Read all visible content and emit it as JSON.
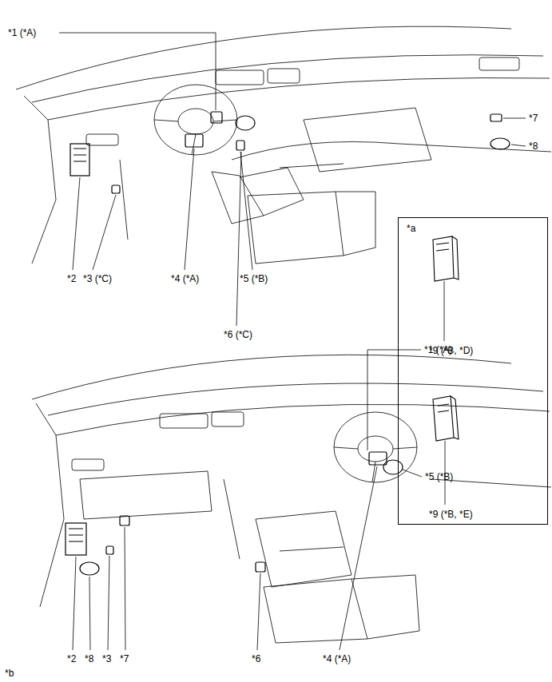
{
  "diagram": {
    "nodes": [
      {
        "text": [
          "*a",
          "*9 (*B, *D)",
          "*9 (*B, *E)"
        ]
      }
    ],
    "labels": [
      "*1 (*A)",
      "*7",
      "*8",
      "*2",
      "*3 (*C)",
      "*4 (*A)",
      "*5 (*B)",
      "*6 (*C)",
      "*1 (*A)",
      "*5 (*B)",
      "*2",
      "*8",
      "*3",
      "*7",
      "*6",
      "*4 (*A)",
      "*b"
    ]
  }
}
